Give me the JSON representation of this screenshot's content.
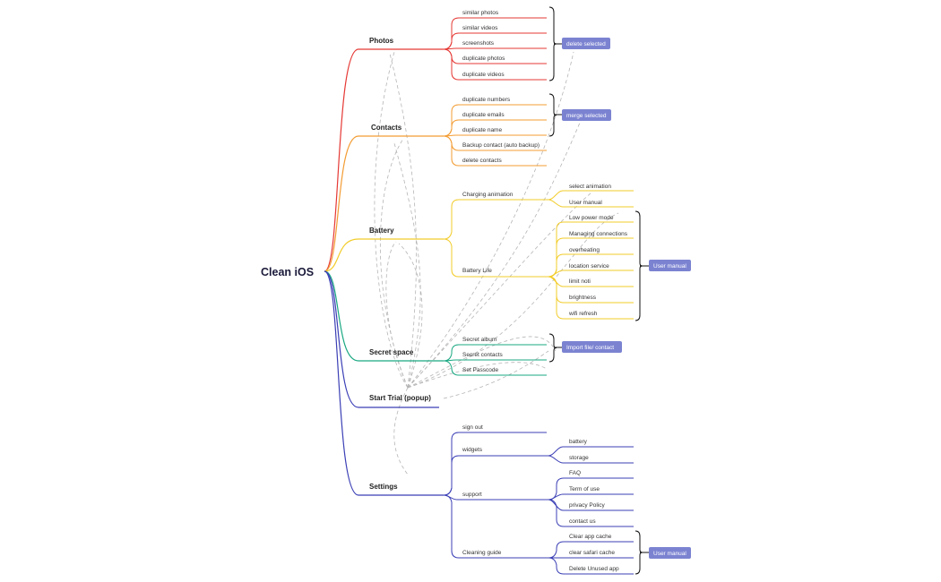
{
  "root": "Clean iOS",
  "colors": {
    "photos": "#e53935",
    "contacts": "#f39c33",
    "battery": "#f2cc2a",
    "secret": "#1aa882",
    "trial": "#3b3fb5",
    "settings": "#3b3fb5",
    "badge": "#7b83d1",
    "dashed": "#b5b5b5"
  },
  "branches": {
    "photos": {
      "label": "Photos",
      "items": [
        "similar photos",
        "similar videos",
        "screenshots",
        "duplicate photos",
        "duplicate videos"
      ],
      "badge": "delete selected"
    },
    "contacts": {
      "label": "Contacts",
      "items": [
        "duplicate numbers",
        "duplicate emails",
        "duplicate name",
        "Backup contact (auto backup)",
        "delete contacts"
      ],
      "badge": "merge selected"
    },
    "battery": {
      "label": "Battery",
      "charging": {
        "label": "Charging animation",
        "items": [
          "select animation",
          "User manual"
        ]
      },
      "life": {
        "label": "Battery Life",
        "items": [
          "Low power mode",
          "Managing connections",
          "overheating",
          "location service",
          "limit noti",
          "brightness",
          "wifi refresh"
        ],
        "badge": "User manual"
      }
    },
    "secret": {
      "label": "Secret space",
      "items": [
        "Secret album",
        "Secret contacts",
        "Set Passcode"
      ],
      "badge": "Import file/ contact"
    },
    "trial": {
      "label": "Start Trial (popup)"
    },
    "settings": {
      "label": "Settings",
      "signout": "sign out",
      "widgets": {
        "label": "widgets",
        "items": [
          "battery",
          "storage"
        ]
      },
      "support": {
        "label": "support",
        "items": [
          "FAQ",
          "Term of use",
          "privacy Policy",
          "contact us"
        ]
      },
      "cleaning": {
        "label": "Cleaning guide",
        "items": [
          "Clear app cache",
          "clear safari cache",
          "Delete Unused app"
        ],
        "badge": "User manual"
      }
    }
  }
}
